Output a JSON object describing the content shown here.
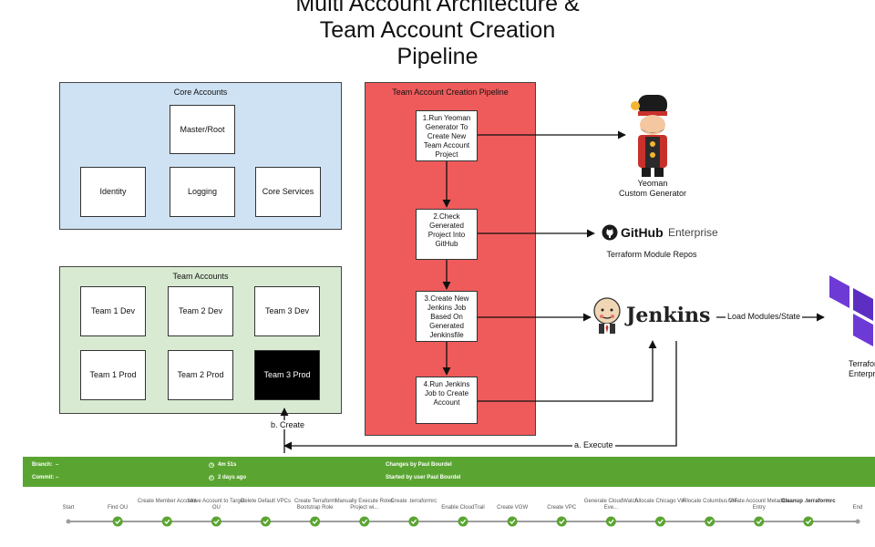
{
  "title": {
    "line1": "Multi Account Architecture &",
    "line2": "Team Account Creation",
    "line3": "Pipeline"
  },
  "core_accounts": {
    "label": "Core Accounts",
    "master": "Master/Root",
    "identity": "Identity",
    "logging": "Logging",
    "core_services": "Core Services"
  },
  "team_accounts": {
    "label": "Team Accounts",
    "team1_dev": "Team 1 Dev",
    "team2_dev": "Team 2 Dev",
    "team3_dev": "Team 3 Dev",
    "team1_prod": "Team 1 Prod",
    "team2_prod": "Team 2 Prod",
    "team3_prod": "Team 3 Prod"
  },
  "pipeline": {
    "label": "Team Account Creation Pipeline",
    "step1": "1.Run Yeoman Generator To Create New Team Account Project",
    "step2": "2.Check Generated Project Into GitHub",
    "step3": "3.Create New Jenkins Job Based On Generated Jenkinsfile",
    "step4": "4.Run Jenkins Job to Create Account"
  },
  "external": {
    "yeoman_line1": "Yeoman",
    "yeoman_line2": "Custom Generator",
    "github_brand": "GitHub",
    "github_suffix": "Enterprise",
    "github_caption": "Terraform Module Repos",
    "jenkins": "Jenkins",
    "terraform_line1": "Terraform",
    "terraform_line2": "Enterprise"
  },
  "edges": {
    "load": "Load Modules/State",
    "execute": "a. Execute",
    "create": "b. Create"
  },
  "build_bar": {
    "branch_label": "Branch:",
    "branch_value": "–",
    "commit_label": "Commit:",
    "commit_value": "–",
    "duration": "4m 51s",
    "ago": "2 days ago",
    "changes": "Changes by Paul Bourdel",
    "started": "Started by user Paul Bourdel"
  },
  "stages": [
    {
      "label": "Start"
    },
    {
      "label": "Find OU"
    },
    {
      "label": "Create Member Account"
    },
    {
      "label": "Move Account to Target OU"
    },
    {
      "label": "Delete Default VPCs"
    },
    {
      "label": "Create Terraform Bootstrap Role"
    },
    {
      "label": "Manually Execute Roles Project wi..."
    },
    {
      "label": "Create .terraformrc"
    },
    {
      "label": "Enable CloudTrail"
    },
    {
      "label": "Create VGW"
    },
    {
      "label": "Create VPC"
    },
    {
      "label": "Generate CloudWatch Eve..."
    },
    {
      "label": "Allocate Chicago VIF"
    },
    {
      "label": "Allocate Columbus VIF"
    },
    {
      "label": "Create Account Metadata Entry"
    },
    {
      "label": "Cleanup .terraformrc"
    },
    {
      "label": "End"
    }
  ],
  "colors": {
    "core_fill": "#cfe2f3",
    "team_fill": "#d9ead3",
    "pipeline_fill": "#ef5b5b",
    "success_green": "#5aa531",
    "terraform_purple": "#6e3ad6"
  }
}
